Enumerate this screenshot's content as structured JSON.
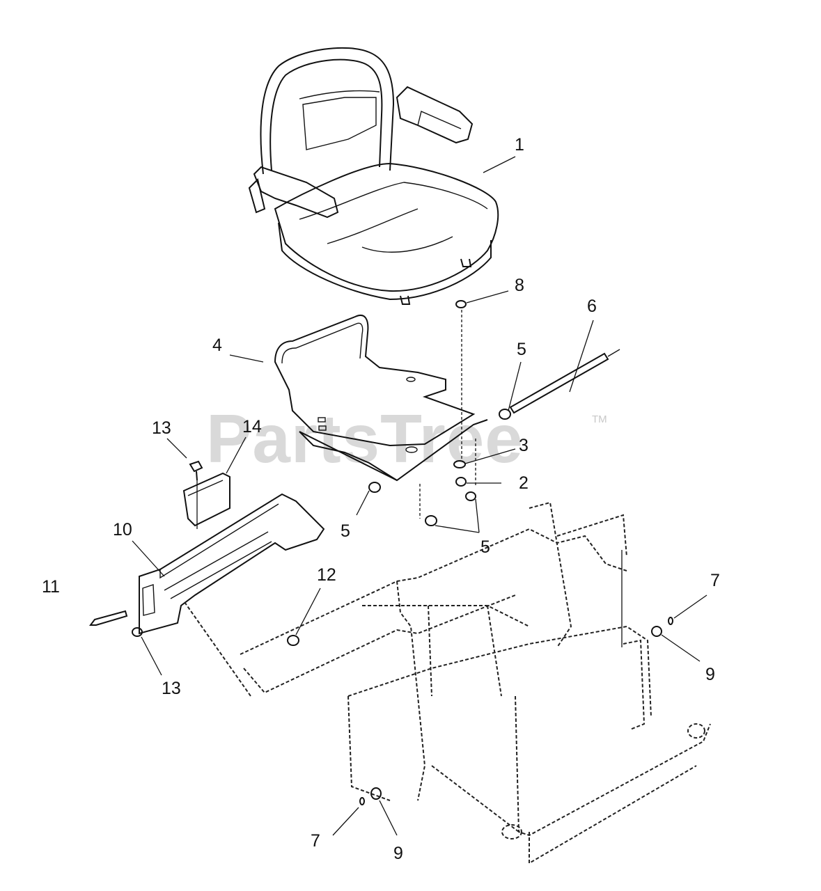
{
  "watermark": {
    "text": "PartsTree",
    "tm": "TM"
  },
  "callouts": [
    {
      "id": "c1",
      "text": "1"
    },
    {
      "id": "c2",
      "text": "2"
    },
    {
      "id": "c3",
      "text": "3"
    },
    {
      "id": "c4",
      "text": "4"
    },
    {
      "id": "c5a",
      "text": "5"
    },
    {
      "id": "c5b",
      "text": "5"
    },
    {
      "id": "c5c",
      "text": "5"
    },
    {
      "id": "c6",
      "text": "6"
    },
    {
      "id": "c7a",
      "text": "7"
    },
    {
      "id": "c7b",
      "text": "7"
    },
    {
      "id": "c8",
      "text": "8"
    },
    {
      "id": "c9a",
      "text": "9"
    },
    {
      "id": "c9b",
      "text": "9"
    },
    {
      "id": "c10",
      "text": "10"
    },
    {
      "id": "c11",
      "text": "11"
    },
    {
      "id": "c12",
      "text": "12"
    },
    {
      "id": "c13a",
      "text": "13"
    },
    {
      "id": "c13b",
      "text": "13"
    },
    {
      "id": "c14",
      "text": "14"
    }
  ]
}
